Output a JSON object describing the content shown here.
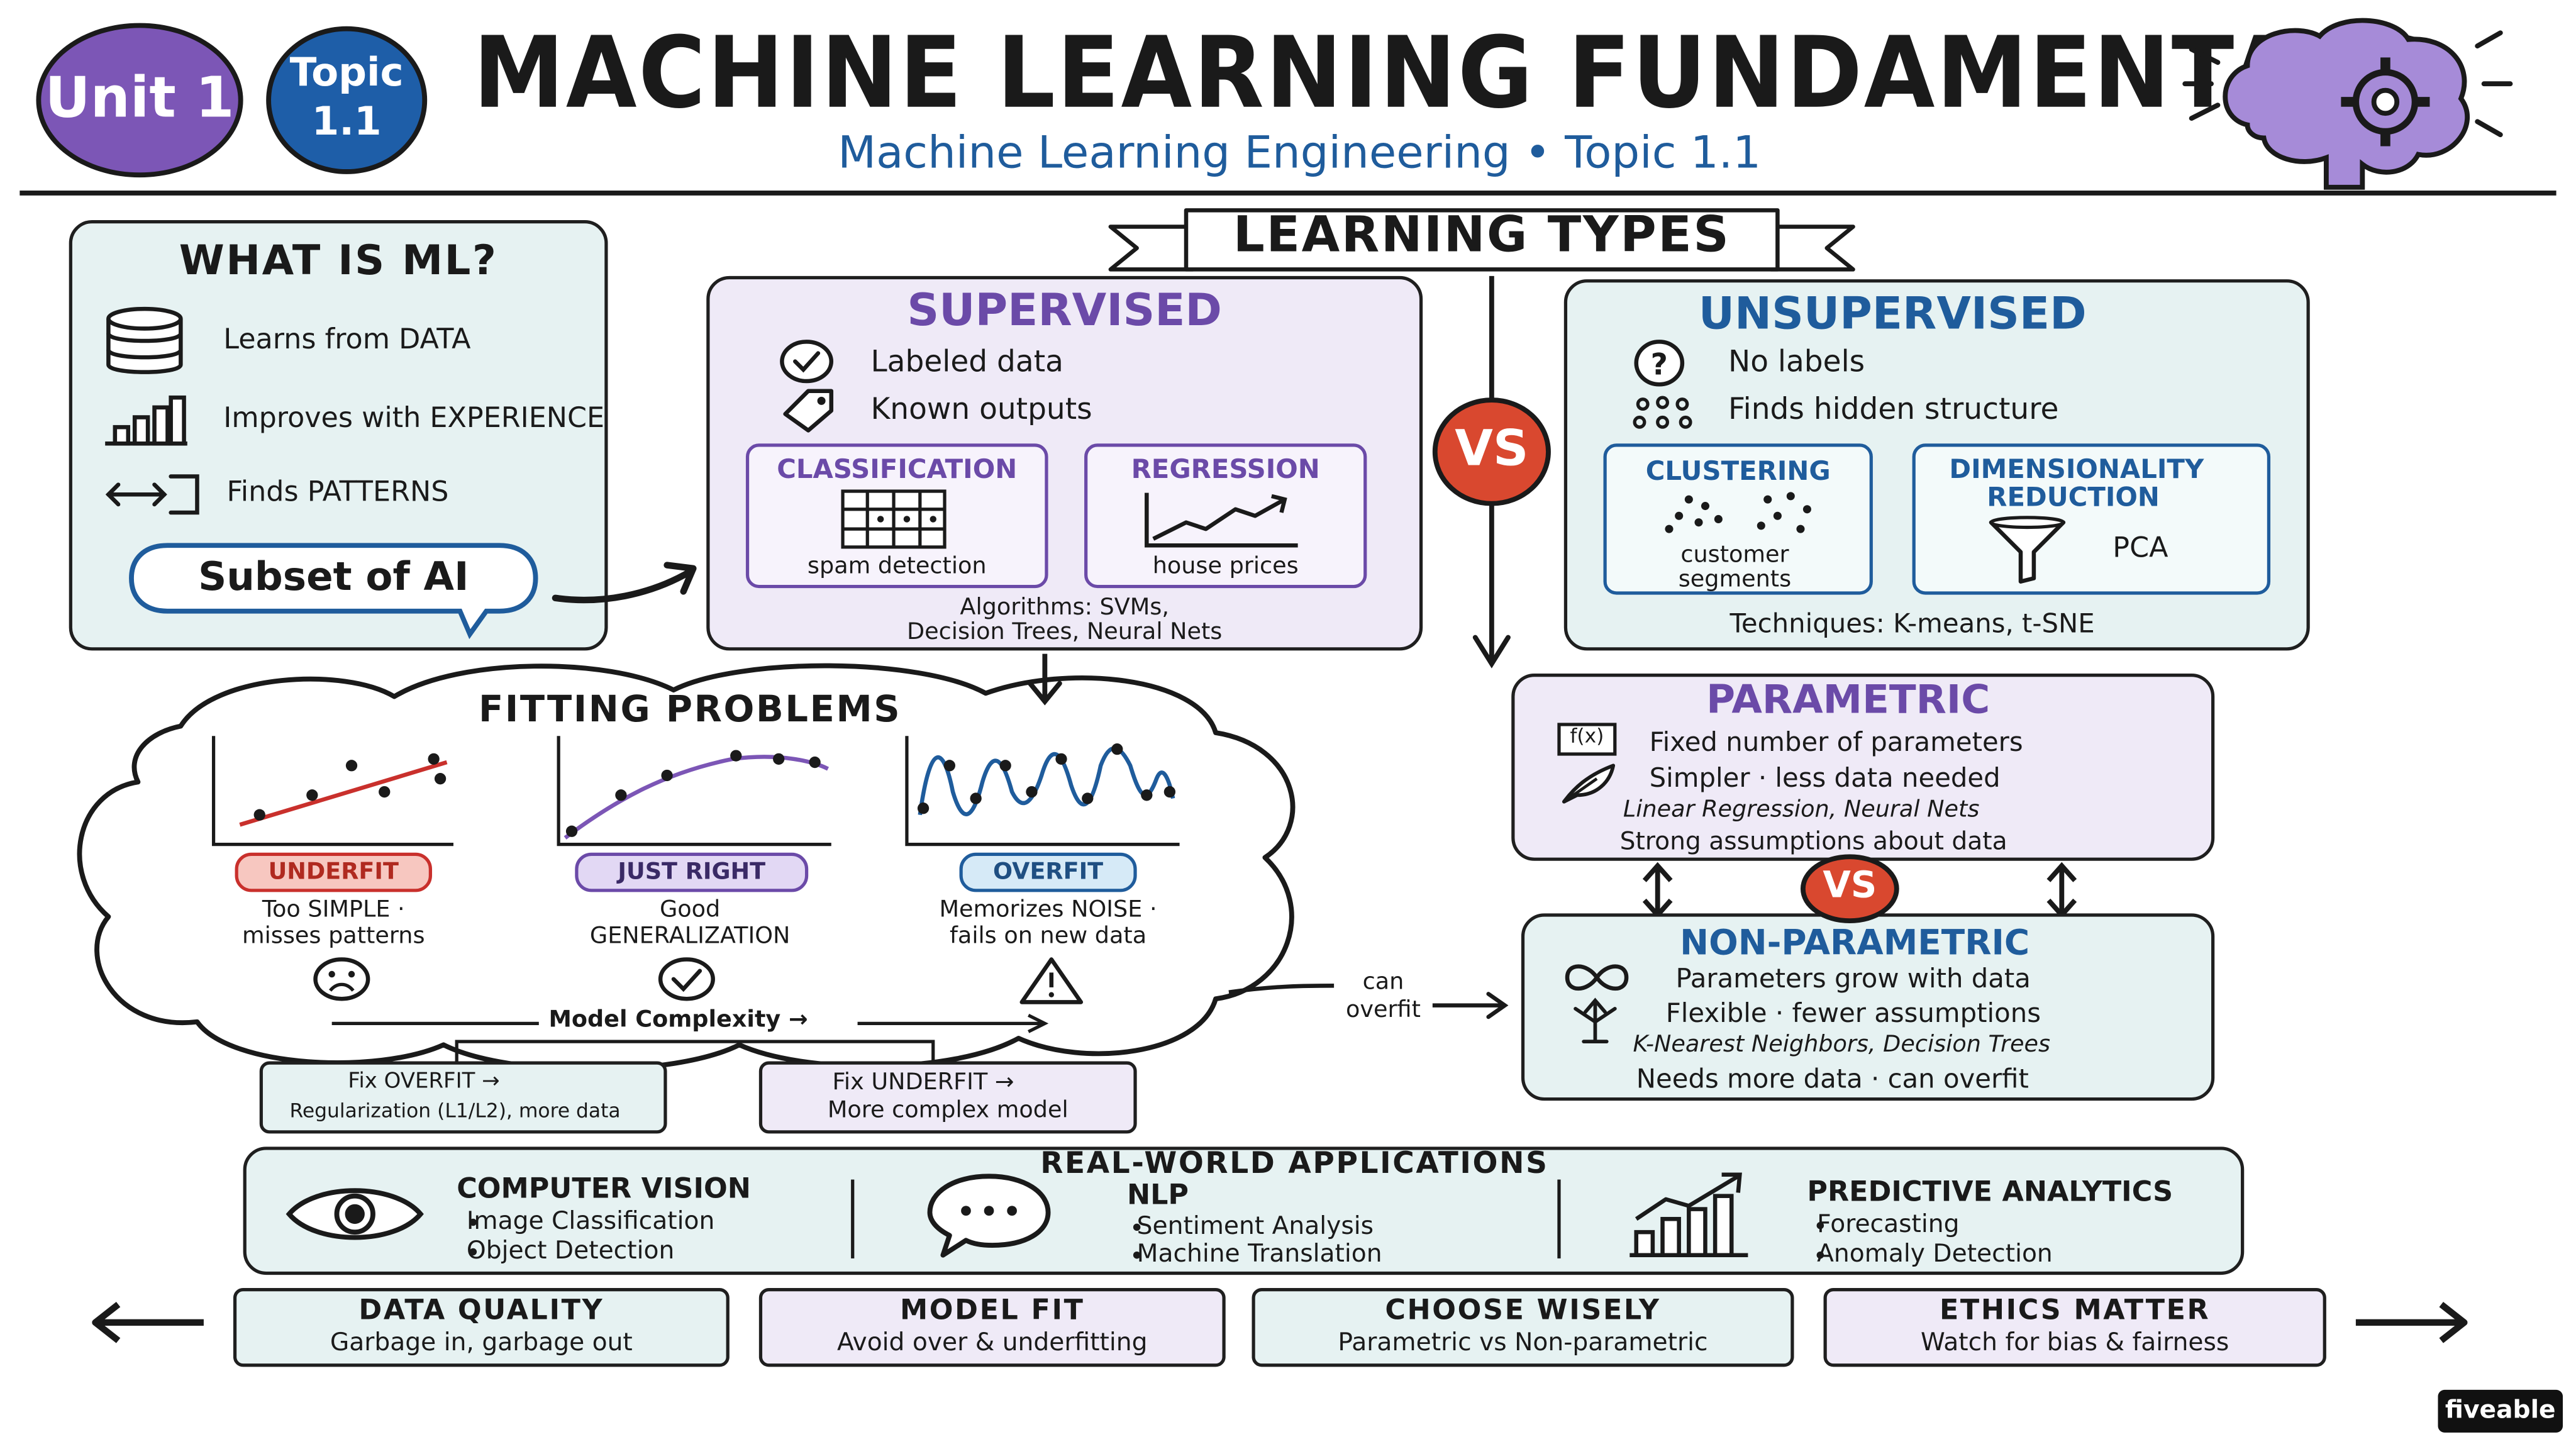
{
  "header": {
    "unit": "Unit 1",
    "topic_line1": "Topic",
    "topic_line2": "1.1",
    "title": "MACHINE LEARNING FUNDAMENTALS",
    "subtitle": "Machine Learning Engineering • Topic 1.1"
  },
  "what_is_ml": {
    "title": "WHAT IS ML?",
    "items": [
      "Learns from DATA",
      "Improves with EXPERIENCE",
      "Finds PATTERNS"
    ],
    "bubble": "Subset of AI"
  },
  "learning_types": {
    "banner": "LEARNING TYPES",
    "vs": "VS",
    "supervised": {
      "title": "SUPERVISED",
      "items": [
        "Labeled data",
        "Known outputs"
      ],
      "classification": {
        "title": "CLASSIFICATION",
        "example": "spam detection"
      },
      "regression": {
        "title": "REGRESSION",
        "example": "house prices"
      },
      "algorithms_line1": "Algorithms: SVMs,",
      "algorithms_line2": "Decision Trees, Neural Nets"
    },
    "unsupervised": {
      "title": "UNSUPERVISED",
      "items": [
        "No labels",
        "Finds hidden structure"
      ],
      "clustering": {
        "title": "CLUSTERING",
        "example_line1": "customer",
        "example_line2": "segments"
      },
      "dimensionality": {
        "title_line1": "DIMENSIONALITY",
        "title_line2": "REDUCTION",
        "example": "PCA"
      },
      "techniques": "Techniques: K-means, t-SNE"
    }
  },
  "fitting": {
    "title": "FITTING PROBLEMS",
    "underfit": {
      "label": "UNDERFIT",
      "line1": "Too SIMPLE ·",
      "line2": "misses patterns"
    },
    "just_right": {
      "label": "JUST RIGHT",
      "line1": "Good",
      "line2": "GENERALIZATION"
    },
    "overfit": {
      "label": "OVERFIT",
      "line1": "Memorizes NOISE ·",
      "line2": "fails on new data"
    },
    "axis": "Model Complexity →",
    "fix_overfit": {
      "line1": "Fix OVERFIT →",
      "line2": "Regularization (L1/L2), more data"
    },
    "fix_underfit": {
      "line1": "Fix UNDERFIT →",
      "line2": "More complex model"
    },
    "can_overfit_line1": "can",
    "can_overfit_line2": "overfit"
  },
  "parametric": {
    "title": "PARAMETRIC",
    "icon_text": "f(x)",
    "items": [
      "Fixed number of parameters",
      "Simpler · less data needed",
      "Linear Regression, Neural Nets",
      "Strong assumptions about data"
    ]
  },
  "non_parametric": {
    "title": "NON-PARAMETRIC",
    "vs": "VS",
    "items": [
      "Parameters grow with data",
      "Flexible · fewer assumptions",
      "K-Nearest Neighbors, Decision Trees",
      "Needs more data · can overfit"
    ]
  },
  "applications": {
    "title": "REAL-WORLD APPLICATIONS",
    "cv": {
      "title": "COMPUTER VISION",
      "items": [
        "Image Classification",
        "Object Detection"
      ]
    },
    "nlp": {
      "title": "NLP",
      "items": [
        "Sentiment Analysis",
        "Machine Translation"
      ]
    },
    "pa": {
      "title": "PREDICTIVE ANALYTICS",
      "items": [
        "Forecasting",
        "Anomaly Detection"
      ]
    }
  },
  "footer": [
    {
      "title": "DATA QUALITY",
      "text": "Garbage in, garbage out"
    },
    {
      "title": "MODEL FIT",
      "text": "Avoid over & underfitting"
    },
    {
      "title": "CHOOSE WISELY",
      "text": "Parametric vs Non-parametric"
    },
    {
      "title": "ETHICS MATTER",
      "text": "Watch for bias & fairness"
    }
  ],
  "brand": "fiveable",
  "colors": {
    "purple": "#6b4aa8",
    "blue": "#1f5c9c",
    "red": "#d9482f",
    "teal_bg": "#e6f2f2",
    "lavender_bg": "#efeaf7"
  }
}
